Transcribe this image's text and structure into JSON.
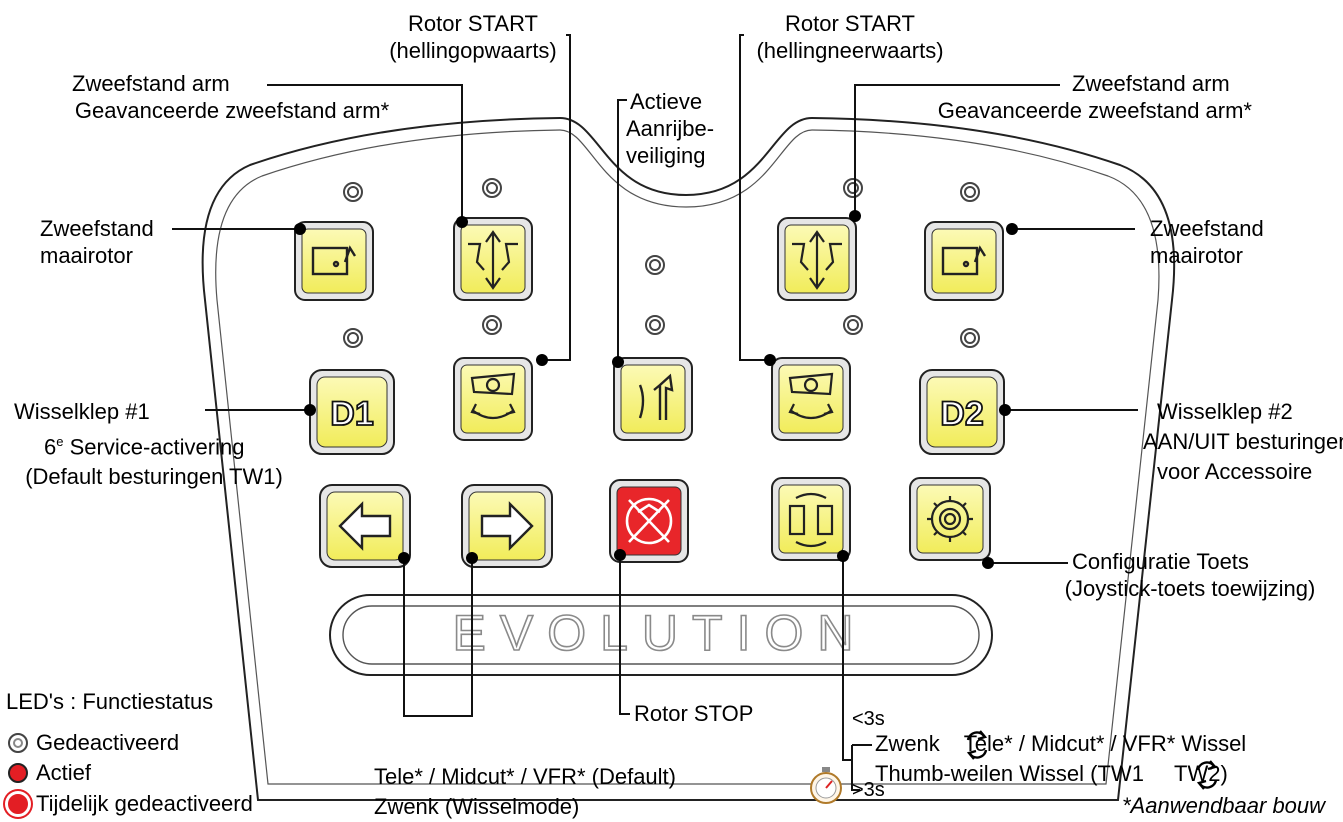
{
  "labels": {
    "rotor_start_up": [
      "Rotor START",
      "(hellingopwaarts)"
    ],
    "rotor_start_down": [
      "Rotor START",
      "(hellingneerwaarts)"
    ],
    "float_arm_left": [
      "Zweefstand arm",
      "Geavanceerde zweefstand arm*"
    ],
    "float_arm_right": [
      "Zweefstand arm",
      "Geavanceerde zweefstand arm*"
    ],
    "active_protection": [
      "Actieve",
      "Aanrijbe-",
      "veiliging"
    ],
    "float_rotor_left": [
      "Zweefstand",
      "maairotor"
    ],
    "float_rotor_right": [
      "Zweefstand",
      "maairotor"
    ],
    "valve1": [
      "Wisselklep #1",
      "6",
      "e",
      " Service-activering",
      "(Default besturingen TW1)"
    ],
    "valve2": [
      "Wisselklep #2",
      "AAN/UIT besturingen",
      "voor Accessoire"
    ],
    "config": [
      "Configuratie Toets",
      "(Joystick-toets toewijzing)"
    ],
    "rotor_stop": "Rotor STOP",
    "tele_default": [
      "Tele* / Midcut* / VFR* (Default)",
      "Zwenk (Wisselmode)"
    ],
    "timer_short": "<3s",
    "timer_long": ">3s",
    "swap_short": [
      "Zwenk",
      "Tele* / Midcut* / VFR* Wissel"
    ],
    "swap_long": [
      "Thumb-weilen Wissel (TW1 ",
      "TW2)"
    ],
    "footnote": "*Aanwendbaar bouw",
    "logo": "EVOLUTION"
  },
  "legend": {
    "title": "LED's : Functiestatus",
    "items": [
      {
        "state": "off",
        "label": "Gedeactiveerd"
      },
      {
        "state": "on",
        "label": "Actief"
      },
      {
        "state": "temp",
        "label": "Tijdelijk gedeactiveerd"
      }
    ]
  },
  "buttons": [
    {
      "id": "float-rotor-left",
      "icon": "float-rotor-icon",
      "led": "off"
    },
    {
      "id": "float-arm-left",
      "icon": "float-arm-icon",
      "led": "off"
    },
    {
      "id": "float-arm-right",
      "icon": "float-arm-icon",
      "led": "off"
    },
    {
      "id": "float-rotor-right",
      "icon": "float-rotor-icon",
      "led": "off"
    },
    {
      "id": "valve-d1",
      "icon": "d1-icon",
      "text": "D1",
      "led": "off"
    },
    {
      "id": "rotor-start-up",
      "icon": "rotor-start-icon",
      "led": "off"
    },
    {
      "id": "active-protection",
      "icon": "protection-icon",
      "led": "off"
    },
    {
      "id": "rotor-start-down",
      "icon": "rotor-start-icon",
      "led": "off"
    },
    {
      "id": "valve-d2",
      "icon": "d2-icon",
      "text": "D2",
      "led": "off"
    },
    {
      "id": "left-arrow",
      "icon": "arrow-left-icon"
    },
    {
      "id": "right-arrow",
      "icon": "arrow-right-icon"
    },
    {
      "id": "rotor-stop",
      "icon": "rotor-stop-icon"
    },
    {
      "id": "swap-mode",
      "icon": "swap-icon"
    },
    {
      "id": "config",
      "icon": "gear-icon"
    }
  ],
  "colors": {
    "button": "#f7f27a",
    "stop": "#e8262a",
    "led_active": "#e31e24"
  }
}
